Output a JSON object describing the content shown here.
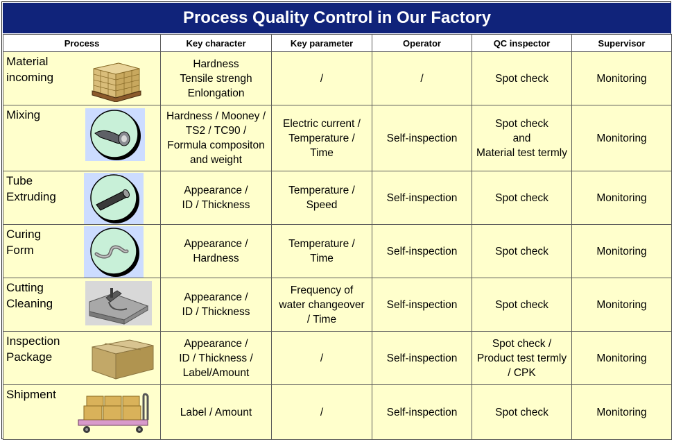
{
  "title": "Process Quality Control in Our Factory",
  "headers": [
    "Process",
    "Key character",
    "Key parameter",
    "Operator",
    "QC inspector",
    "Supervisor"
  ],
  "rows": [
    {
      "process": "Material\nincoming",
      "icon": "pallet-boxes-icon",
      "key_character": "Hardness\nTensile strengh\nEnlongation",
      "key_parameter": "/",
      "operator": "/",
      "qc_inspector": "Spot check",
      "supervisor": "Monitoring"
    },
    {
      "process": "Mixing",
      "icon": "rubber-sheet-roll-icon",
      "key_character": "Hardness / Mooney /\nTS2 / TC90 /\nFormula compositon\nand weight",
      "key_parameter": "Electric current /\nTemperature /\nTime",
      "operator": "Self-inspection",
      "qc_inspector": "Spot check\nand\nMaterial test termly",
      "supervisor": "Monitoring"
    },
    {
      "process": "Tube\nExtruding",
      "icon": "tube-icon",
      "key_character": "Appearance /\nID / Thickness",
      "key_parameter": "Temperature /\nSpeed",
      "operator": "Self-inspection",
      "qc_inspector": "Spot check",
      "supervisor": "Monitoring"
    },
    {
      "process": "Curing\nForm",
      "icon": "curved-hose-icon",
      "key_character": "Appearance /\nHardness",
      "key_parameter": "Temperature /\nTime",
      "operator": "Self-inspection",
      "qc_inspector": "Spot check",
      "supervisor": "Monitoring"
    },
    {
      "process": "Cutting\nCleaning",
      "icon": "cutting-machine-icon",
      "key_character": "Appearance /\nID / Thickness",
      "key_parameter": "Frequency of\nwater changeover\n/ Time",
      "operator": "Self-inspection",
      "qc_inspector": "Spot check",
      "supervisor": "Monitoring"
    },
    {
      "process": "Inspection\nPackage",
      "icon": "carton-box-icon",
      "key_character": "Appearance /\nID / Thickness /\nLabel/Amount",
      "key_parameter": "/",
      "operator": "Self-inspection",
      "qc_inspector": "Spot check /\nProduct test termly\n/ CPK",
      "supervisor": "Monitoring"
    },
    {
      "process": "Shipment",
      "icon": "hand-truck-icon",
      "key_character": "Label / Amount",
      "key_parameter": "/",
      "operator": "Self-inspection",
      "qc_inspector": "Spot check",
      "supervisor": "Monitoring"
    }
  ],
  "colors": {
    "title_bg": "#10237a",
    "title_text": "#ffffff",
    "cell_bg": "#ffffcc",
    "circle_bg": "#c8f0d8",
    "icon_bg": "#ccdcff"
  }
}
